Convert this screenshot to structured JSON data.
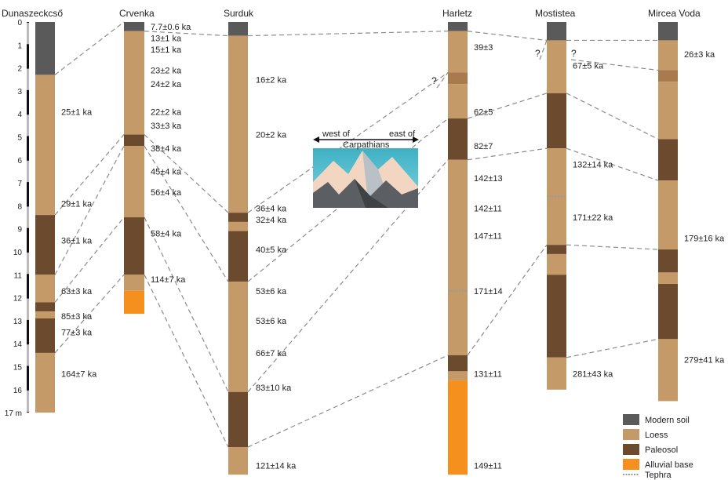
{
  "colors": {
    "modern_soil": "#5a5a5a",
    "loess": "#c39a68",
    "paleosol": "#6b4a2e",
    "alluvial_base": "#f5901e",
    "tephra": "#9a9a9a",
    "tie_lines": "#8c8c8c"
  },
  "depth_axis": {
    "ticks": [
      "0",
      "1",
      "2",
      "3",
      "4",
      "5",
      "6",
      "7",
      "8",
      "9",
      "10",
      "11",
      "12",
      "13",
      "14",
      "15",
      "16",
      "17 m"
    ]
  },
  "sections": [
    {
      "name": "Dunaszeckcső",
      "units": [
        {
          "type": "modern",
          "from": 0,
          "to": 2.3
        },
        {
          "type": "loess",
          "from": 2.3,
          "to": 8.4
        },
        {
          "type": "paleosol",
          "from": 8.4,
          "to": 11
        },
        {
          "type": "loess",
          "from": 11,
          "to": 12.2
        },
        {
          "type": "paleosol",
          "from": 12.2,
          "to": 12.6
        },
        {
          "type": "loess",
          "from": 12.6,
          "to": 12.9
        },
        {
          "type": "paleosol",
          "from": 12.9,
          "to": 14.4
        },
        {
          "type": "loess",
          "from": 14.4,
          "to": 17
        }
      ],
      "ages": [
        {
          "text": "25±1 ka",
          "depth": 3.9
        },
        {
          "text": "29±1 ka",
          "depth": 7.9
        },
        {
          "text": "36±1 ka",
          "depth": 9.5
        },
        {
          "text": "63±3 ka",
          "depth": 11.7
        },
        {
          "text": "85±3 ka",
          "depth": 12.8
        },
        {
          "text": "77±3 ka",
          "depth": 13.5
        },
        {
          "text": "164±7 ka",
          "depth": 15.3
        }
      ]
    },
    {
      "name": "Crvenka",
      "units": [
        {
          "type": "modern",
          "from": 0,
          "to": 0.4
        },
        {
          "type": "loess",
          "from": 0.4,
          "to": 4.9
        },
        {
          "type": "paleosol",
          "from": 4.9,
          "to": 5.4
        },
        {
          "type": "loess",
          "from": 5.4,
          "to": 8.5
        },
        {
          "type": "paleosol",
          "from": 8.5,
          "to": 11
        },
        {
          "type": "loess",
          "from": 11,
          "to": 11.7
        },
        {
          "type": "alluvial",
          "from": 11.7,
          "to": 12.7
        }
      ],
      "ages": [
        {
          "text": "7.7±0.6 ka",
          "depth": 0.2
        },
        {
          "text": "13±1 ka",
          "depth": 0.7
        },
        {
          "text": "15±1 ka",
          "depth": 1.2
        },
        {
          "text": "23±2 ka",
          "depth": 2.1
        },
        {
          "text": "24±2 ka",
          "depth": 2.7
        },
        {
          "text": "22±2 ka",
          "depth": 3.9
        },
        {
          "text": "33±3 ka",
          "depth": 4.5
        },
        {
          "text": "38±4 ka",
          "depth": 5.5
        },
        {
          "text": "45±4 ka",
          "depth": 6.5
        },
        {
          "text": "56±4 ka",
          "depth": 7.4
        },
        {
          "text": "58±4 ka",
          "depth": 9.2
        },
        {
          "text": "114±7 ka",
          "depth": 11.2
        }
      ]
    },
    {
      "name": "Surduk",
      "units": [
        {
          "type": "modern",
          "from": 0,
          "to": 0.6
        },
        {
          "type": "loess",
          "from": 0.6,
          "to": 8.3
        },
        {
          "type": "paleosol",
          "from": 8.3,
          "to": 8.7
        },
        {
          "type": "loess",
          "from": 8.7,
          "to": 9.1
        },
        {
          "type": "paleosol",
          "from": 9.1,
          "to": 11.3
        },
        {
          "type": "loess",
          "from": 11.3,
          "to": 16.1
        },
        {
          "type": "paleosol",
          "from": 16.1,
          "to": 18.5
        },
        {
          "type": "loess",
          "from": 18.5,
          "to": 19.7
        }
      ],
      "ages": [
        {
          "text": "16±2 ka",
          "depth": 2.5
        },
        {
          "text": "20±2 ka",
          "depth": 4.9
        },
        {
          "text": "36±4 ka",
          "depth": 8.1
        },
        {
          "text": "32±4 ka",
          "depth": 8.6
        },
        {
          "text": "40±5 ka",
          "depth": 9.9
        },
        {
          "text": "53±6 ka",
          "depth": 11.7
        },
        {
          "text": "53±6 ka",
          "depth": 13
        },
        {
          "text": "66±7 ka",
          "depth": 14.4
        },
        {
          "text": "83±10 ka",
          "depth": 15.9
        },
        {
          "text": "121±14 ka",
          "depth": 19.3
        }
      ]
    },
    {
      "name": "Harletz",
      "units": [
        {
          "type": "modern",
          "from": 0,
          "to": 0.4
        },
        {
          "type": "loess",
          "from": 0.4,
          "to": 2.2
        },
        {
          "type": "loess_dark",
          "from": 2.2,
          "to": 2.7
        },
        {
          "type": "loess",
          "from": 2.7,
          "to": 4.2
        },
        {
          "type": "paleosol",
          "from": 4.2,
          "to": 6
        },
        {
          "type": "loess",
          "from": 6,
          "to": 14.5
        },
        {
          "type": "paleosol",
          "from": 14.5,
          "to": 15.2
        },
        {
          "type": "loess",
          "from": 15.2,
          "to": 15.6
        },
        {
          "type": "alluvial",
          "from": 15.6,
          "to": 19.7
        }
      ],
      "ages": [
        {
          "text": "39±3",
          "depth": 1.1
        },
        {
          "text": "62±5",
          "depth": 3.9
        },
        {
          "text": "82±7",
          "depth": 5.4
        },
        {
          "text": "142±13",
          "depth": 6.8
        },
        {
          "text": "142±11",
          "depth": 8.1
        },
        {
          "text": "147±11",
          "depth": 9.3
        },
        {
          "text": "171±14",
          "depth": 11.7
        },
        {
          "text": "131±11",
          "depth": 15.3
        },
        {
          "text": "149±11",
          "depth": 19.3
        }
      ]
    },
    {
      "name": "Mostistea",
      "units": [
        {
          "type": "modern",
          "from": 0,
          "to": 0.8
        },
        {
          "type": "loess",
          "from": 0.8,
          "to": 3.1
        },
        {
          "type": "paleosol",
          "from": 3.1,
          "to": 5.5
        },
        {
          "type": "loess",
          "from": 5.5,
          "to": 9.7
        },
        {
          "type": "paleosol",
          "from": 9.7,
          "to": 10.1
        },
        {
          "type": "loess",
          "from": 10.1,
          "to": 11
        },
        {
          "type": "paleosol",
          "from": 11,
          "to": 14.6
        },
        {
          "type": "loess",
          "from": 14.6,
          "to": 16
        }
      ],
      "ages": [
        {
          "text": "67±5 ka",
          "depth": 1.9
        },
        {
          "text": "132±14 ka",
          "depth": 6.2
        },
        {
          "text": "171±22 ka",
          "depth": 8.5
        },
        {
          "text": "281±43 ka",
          "depth": 15.3
        }
      ]
    },
    {
      "name": "Mircea Voda",
      "units": [
        {
          "type": "modern",
          "from": 0,
          "to": 0.8
        },
        {
          "type": "loess",
          "from": 0.8,
          "to": 2.1
        },
        {
          "type": "loess_dark",
          "from": 2.1,
          "to": 2.6
        },
        {
          "type": "loess",
          "from": 2.6,
          "to": 5.1
        },
        {
          "type": "paleosol",
          "from": 5.1,
          "to": 6.9
        },
        {
          "type": "loess",
          "from": 6.9,
          "to": 9.9
        },
        {
          "type": "paleosol",
          "from": 9.9,
          "to": 10.9
        },
        {
          "type": "loess",
          "from": 10.9,
          "to": 11.4
        },
        {
          "type": "paleosol",
          "from": 11.4,
          "to": 13.8
        },
        {
          "type": "loess",
          "from": 13.8,
          "to": 16.5
        }
      ],
      "ages": [
        {
          "text": "26±3 ka",
          "depth": 1.4
        },
        {
          "text": "179±16 ka",
          "depth": 9.4
        },
        {
          "text": "279±41 ka",
          "depth": 14.7
        }
      ]
    }
  ],
  "question_marks": [
    "?",
    "?",
    "?"
  ],
  "inset": {
    "west_label": "west of",
    "east_label": "east of",
    "region_label": "Carpathians"
  },
  "legend": [
    {
      "label": "Modern soil",
      "type": "modern"
    },
    {
      "label": "Loess",
      "type": "loess"
    },
    {
      "label": "Paleosol",
      "type": "paleosol"
    },
    {
      "label": "Alluvial base",
      "type": "alluvial"
    },
    {
      "label": "Tephra",
      "type": "tephra"
    }
  ]
}
